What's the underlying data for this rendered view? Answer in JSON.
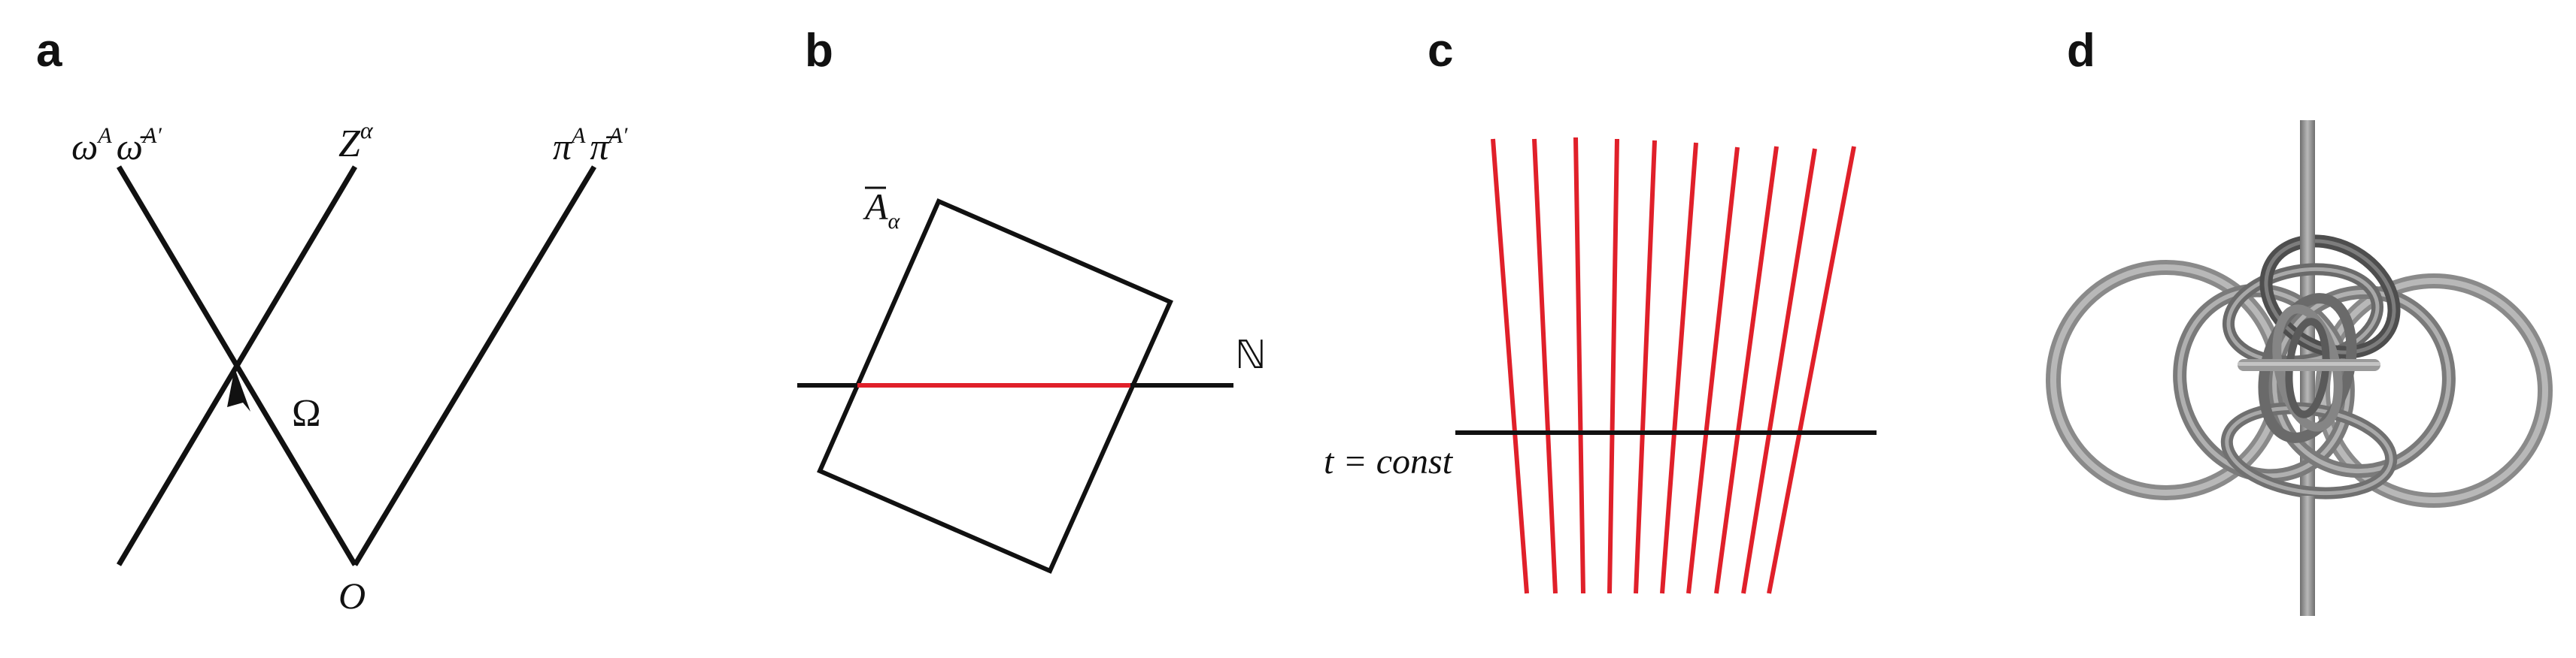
{
  "panels": {
    "a": {
      "letter": "a",
      "label_omega_left": {
        "base": "ω",
        "sup": "A",
        "base2": "ω̄",
        "sup2": "A′"
      },
      "label_Z": {
        "base": "Z",
        "sup": "α"
      },
      "label_pi_right": {
        "base": "π",
        "sup": "A",
        "base2": "π̄",
        "sup2": "A′"
      },
      "label_Omega": "Ω",
      "label_O": "O"
    },
    "b": {
      "letter": "b",
      "label_A": {
        "base": "A",
        "sub": "α"
      },
      "label_N": "ℕ"
    },
    "c": {
      "letter": "c",
      "label_t": "t = const"
    },
    "d": {
      "letter": "d"
    }
  },
  "colors": {
    "ink": "#111111",
    "red": "#e0202a",
    "tube_light": "#a6a6a6",
    "tube_mid": "#8a8a8a",
    "tube_dark": "#5a5a5a",
    "axis_gray": "#9a9a9a"
  }
}
